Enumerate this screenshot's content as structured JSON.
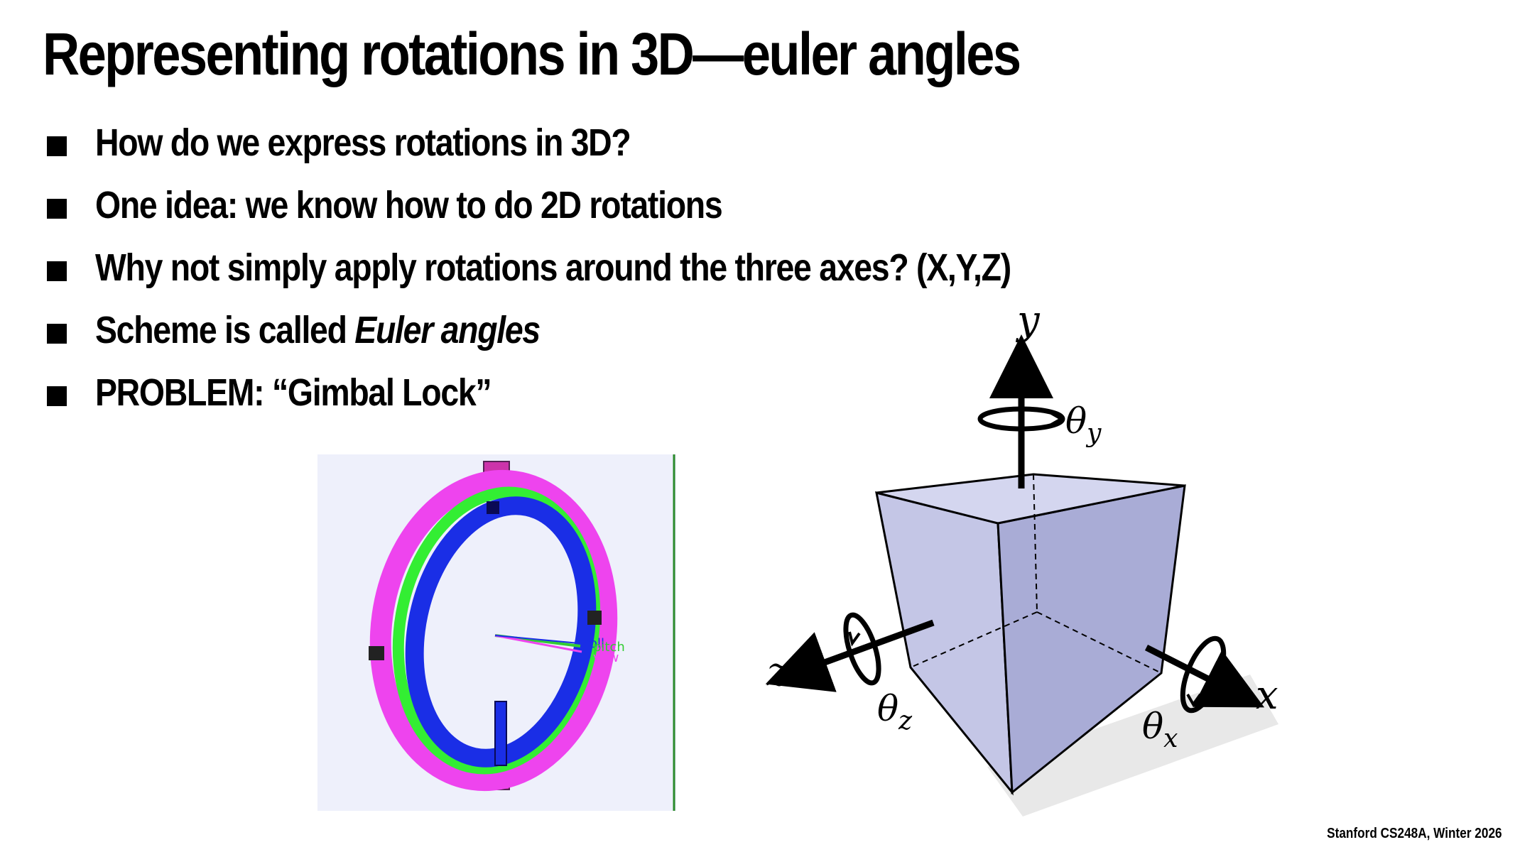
{
  "slide": {
    "title": "Representing rotations in 3D—euler angles",
    "bullets": [
      {
        "text": "How do we express rotations in 3D?"
      },
      {
        "text": "One idea: we know how to do 2D rotations"
      },
      {
        "text": "Why not simply apply rotations around the three axes? (X,Y,Z)"
      },
      {
        "text": "Scheme is called ",
        "emphasis": "Euler angles"
      },
      {
        "text": "PROBLEM: “Gimbal Lock”"
      }
    ],
    "footer": "Stanford CS248A, Winter 2026"
  },
  "gimbal": {
    "labels": {
      "roll": "roll",
      "pitch": "pitch",
      "yaw": "yaw"
    },
    "colors": {
      "background": "#eef0fb",
      "outer": "#ee44ee",
      "middle": "#33ee33",
      "inner": "#1a2ee6",
      "border": "#2a8a2a"
    }
  },
  "cube": {
    "axis_labels": {
      "x": "x",
      "y": "y",
      "z": "z"
    },
    "angle_labels": {
      "theta": "θ",
      "x": "x",
      "y": "y",
      "z": "z"
    },
    "colors": {
      "fill": "#a9acd6",
      "edge": "#000000"
    }
  }
}
